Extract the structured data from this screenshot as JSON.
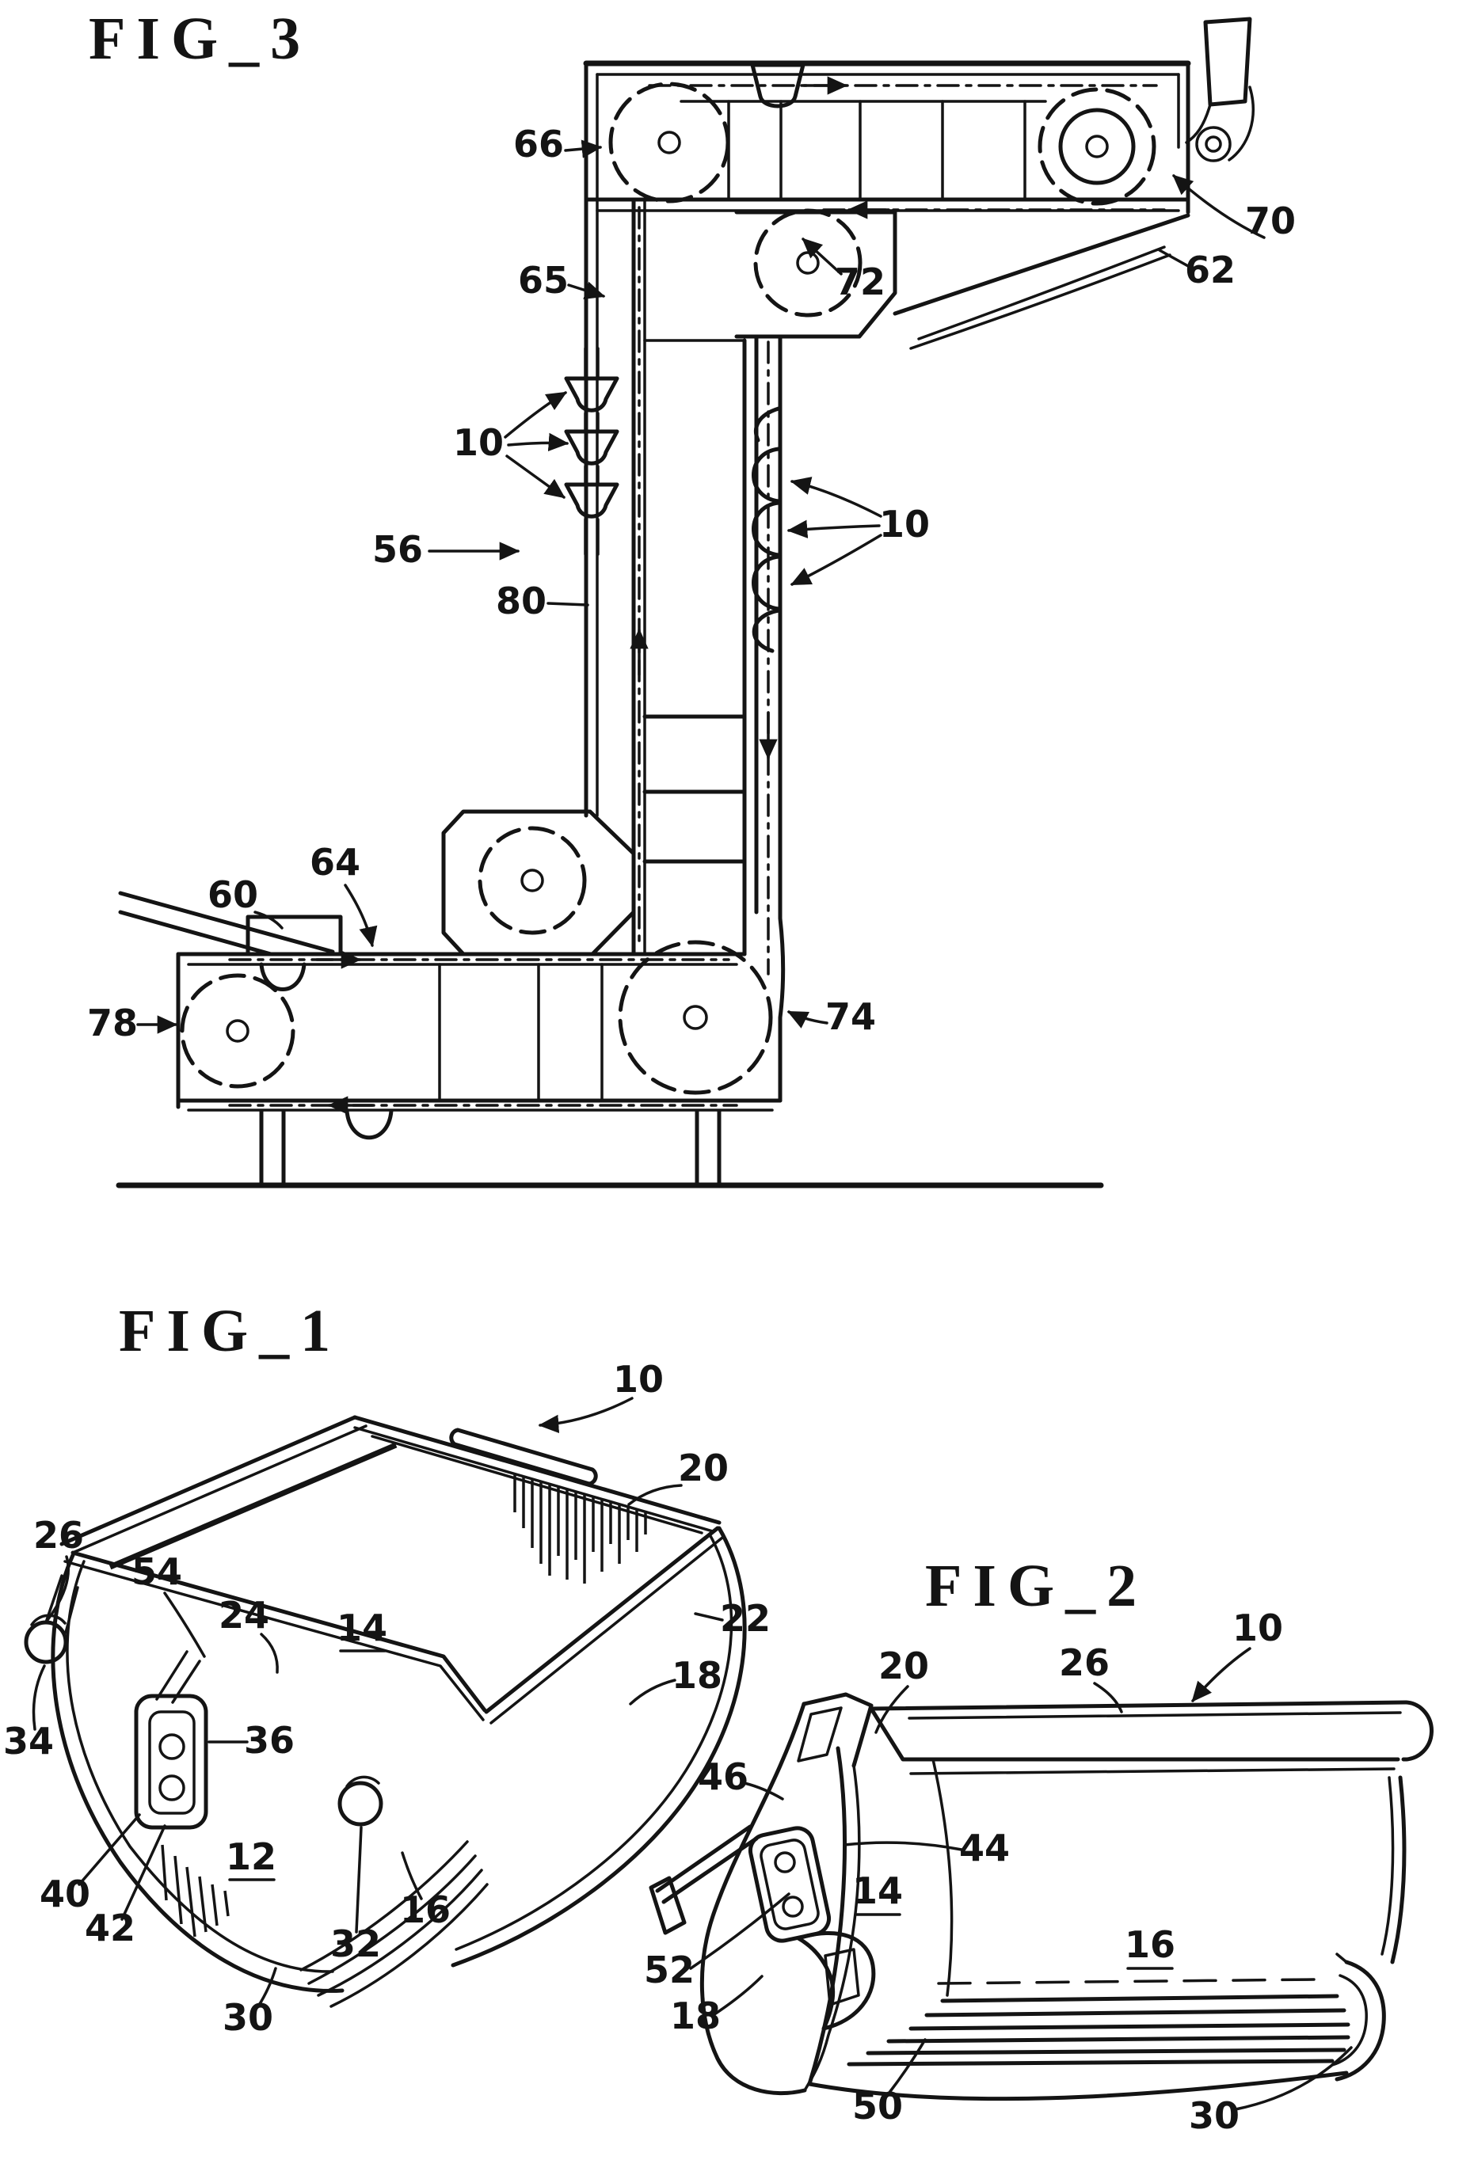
{
  "page": {
    "background": "#ffffff",
    "ink": "#141414",
    "type": "patent-drawing-sheet"
  },
  "figures": {
    "fig3": {
      "title": "FIG_3",
      "labels": [
        {
          "text": "66"
        },
        {
          "text": "65"
        },
        {
          "text": "10"
        },
        {
          "text": "56"
        },
        {
          "text": "80"
        },
        {
          "text": "60"
        },
        {
          "text": "64"
        },
        {
          "text": "78"
        },
        {
          "text": "74"
        },
        {
          "text": "10"
        },
        {
          "text": "72"
        },
        {
          "text": "62"
        },
        {
          "text": "70"
        }
      ]
    },
    "fig1": {
      "title": "FIG_1",
      "labels": [
        {
          "text": "10"
        },
        {
          "text": "20"
        },
        {
          "text": "26"
        },
        {
          "text": "54"
        },
        {
          "text": "24"
        },
        {
          "text": "14"
        },
        {
          "text": "22"
        },
        {
          "text": "18"
        },
        {
          "text": "34"
        },
        {
          "text": "36"
        },
        {
          "text": "12"
        },
        {
          "text": "40"
        },
        {
          "text": "42"
        },
        {
          "text": "30"
        },
        {
          "text": "32"
        },
        {
          "text": "16"
        }
      ]
    },
    "fig2": {
      "title": "FIG_2",
      "labels": [
        {
          "text": "20"
        },
        {
          "text": "26"
        },
        {
          "text": "10"
        },
        {
          "text": "46"
        },
        {
          "text": "44"
        },
        {
          "text": "14"
        },
        {
          "text": "52"
        },
        {
          "text": "18"
        },
        {
          "text": "16"
        },
        {
          "text": "50"
        },
        {
          "text": "30"
        }
      ]
    }
  }
}
